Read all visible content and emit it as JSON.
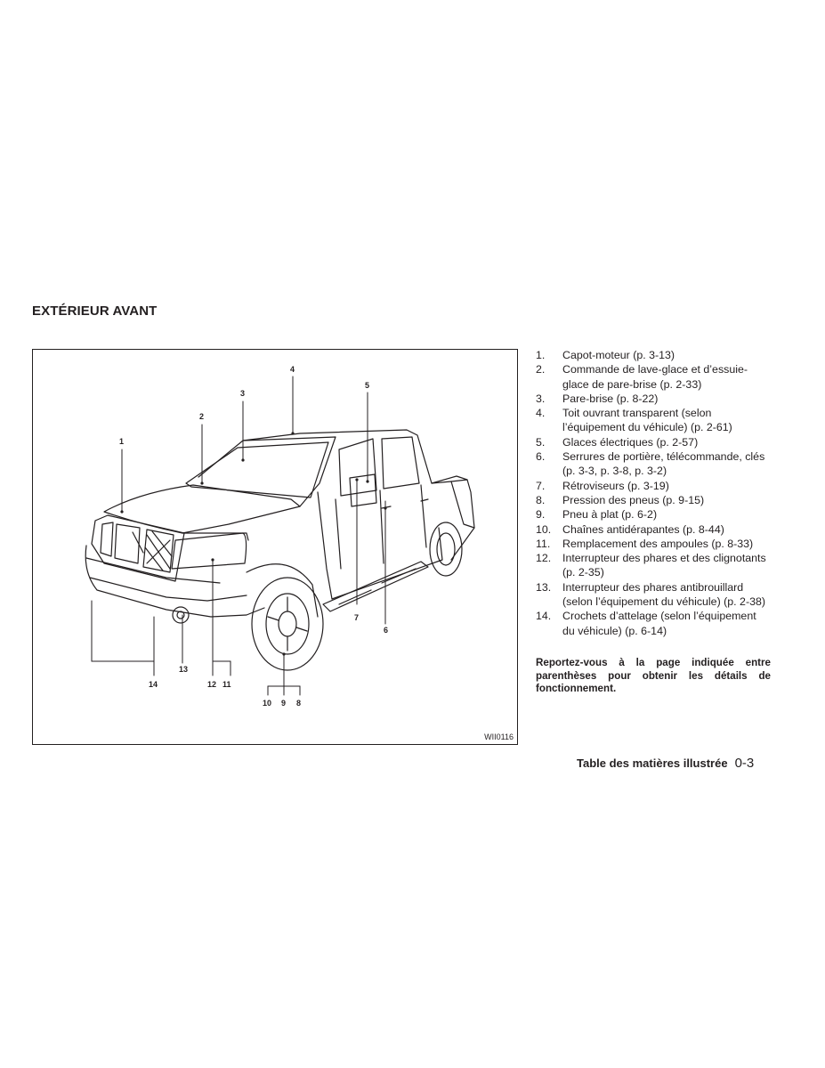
{
  "section_title": "EXTÉRIEUR AVANT",
  "figure": {
    "code": "WII0116",
    "callouts": [
      "1",
      "2",
      "3",
      "4",
      "5",
      "6",
      "7",
      "8",
      "9",
      "10",
      "11",
      "12",
      "13",
      "14"
    ]
  },
  "legend": [
    {
      "num": "1.",
      "text": "Capot-moteur (p. 3-13)"
    },
    {
      "num": "2.",
      "text": "Commande de lave-glace et d’essuie-glace de pare-brise (p. 2-33)"
    },
    {
      "num": "3.",
      "text": "Pare-brise (p. 8-22)"
    },
    {
      "num": "4.",
      "text": "Toit ouvrant transparent (selon l’équipement du véhicule) (p. 2-61)"
    },
    {
      "num": "5.",
      "text": "Glaces électriques (p. 2-57)"
    },
    {
      "num": "6.",
      "text": "Serrures de portière, télécommande, clés (p. 3-3, p. 3-8, p. 3-2)"
    },
    {
      "num": "7.",
      "text": "Rétroviseurs (p. 3-19)"
    },
    {
      "num": "8.",
      "text": "Pression des pneus (p. 9-15)"
    },
    {
      "num": "9.",
      "text": "Pneu à plat (p. 6-2)"
    },
    {
      "num": "10.",
      "text": "Chaînes antidérapantes (p. 8-44)"
    },
    {
      "num": "11.",
      "text": "Remplacement des ampoules (p. 8-33)"
    },
    {
      "num": "12.",
      "text": "Interrupteur des phares et des clignotants (p. 2-35)"
    },
    {
      "num": "13.",
      "text": "Interrupteur des phares antibrouillard (selon l’équipement du véhicule) (p. 2-38)"
    },
    {
      "num": "14.",
      "text": "Crochets d’attelage (selon l’équipement du véhicule) (p. 6-14)"
    }
  ],
  "note": "Reportez-vous à la page indiquée entre parenthèses pour obtenir les détails de fonctionnement.",
  "footer": {
    "label": "Table des matières illustrée",
    "page": "0-3"
  }
}
